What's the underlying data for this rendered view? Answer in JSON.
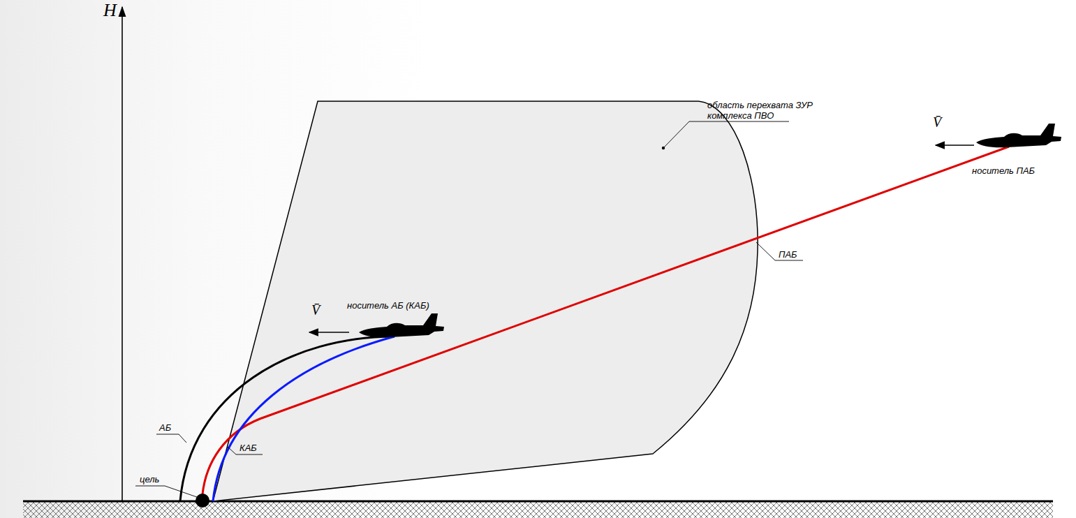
{
  "diagram": {
    "labels": [
      "H",
      "V̄",
      "носитель ПАБ",
      "область перехвата ЗУР комплекса ПВО",
      "ПАБ",
      "V̄",
      "носитель АБ (КАБ)",
      "АБ",
      "КАБ",
      "цель"
    ]
  }
}
